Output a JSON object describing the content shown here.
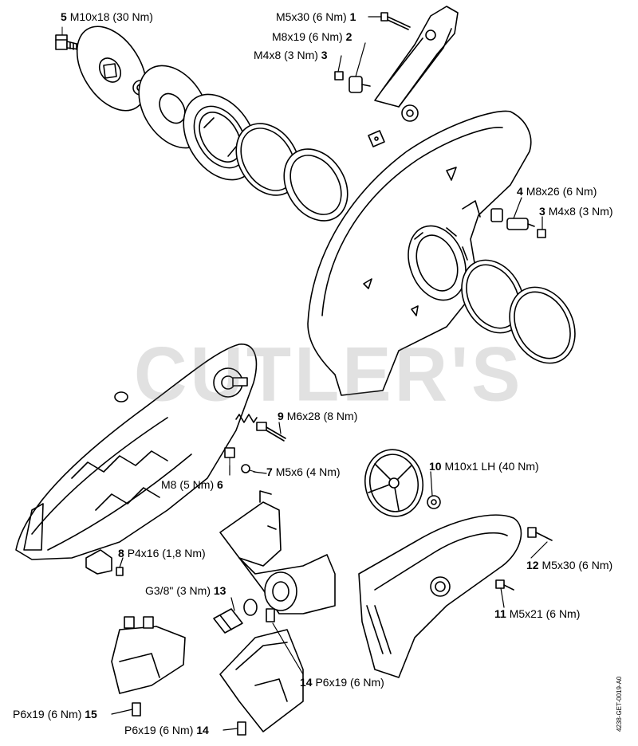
{
  "watermark": "CUTLER'S",
  "document_code": "4238-GET-0019-A0",
  "callouts": [
    {
      "num": "5",
      "spec": "M10x18 (30 Nm)"
    },
    {
      "num": "1",
      "spec": "M5x30 (6 Nm)"
    },
    {
      "num": "2",
      "spec": "M8x19 (6 Nm)"
    },
    {
      "num": "3",
      "spec": "M4x8 (3 Nm)"
    },
    {
      "num": "4",
      "spec": "M8x26 (6 Nm)"
    },
    {
      "num": "3",
      "spec": "M4x8 (3 Nm)"
    },
    {
      "num": "9",
      "spec": "M6x28 (8 Nm)"
    },
    {
      "num": "7",
      "spec": "M5x6 (4 Nm)"
    },
    {
      "num": "6",
      "spec": "M8 (5 Nm)"
    },
    {
      "num": "10",
      "spec": "M10x1 LH (40 Nm)"
    },
    {
      "num": "8",
      "spec": "P4x16 (1,8 Nm)"
    },
    {
      "num": "12",
      "spec": "M5x30 (6 Nm)"
    },
    {
      "num": "13",
      "spec": "G3/8\" (3 Nm)"
    },
    {
      "num": "11",
      "spec": "M5x21 (6 Nm)"
    },
    {
      "num": "14",
      "spec": "P6x19 (6 Nm)"
    },
    {
      "num": "15",
      "spec": "P6x19 (6 Nm)"
    },
    {
      "num": "14",
      "spec": "P6x19 (6 Nm)"
    }
  ]
}
